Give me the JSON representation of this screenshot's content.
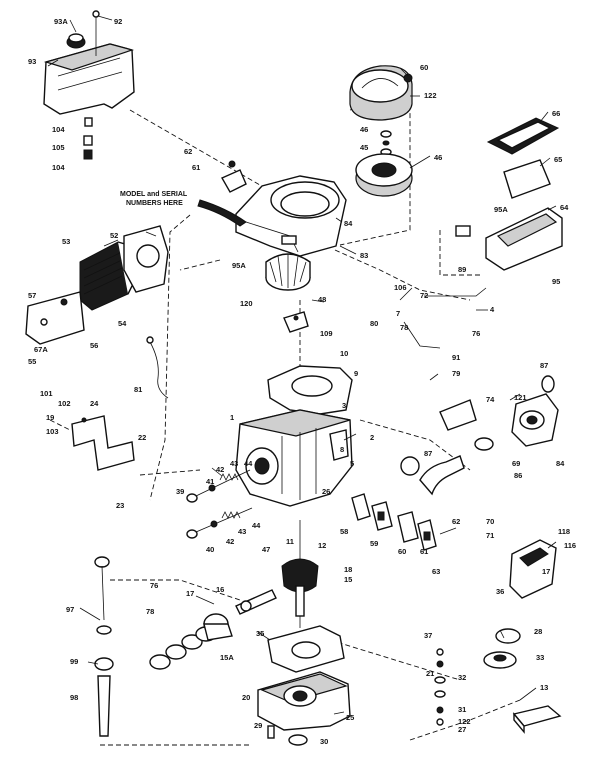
{
  "note": {
    "line1": "MODEL and SERIAL",
    "line2": "NUMBERS HERE"
  },
  "callouts": [
    "93A",
    "92",
    "93",
    "104",
    "105",
    "104",
    "62",
    "61",
    "60",
    "122",
    "46",
    "45",
    "46",
    "66",
    "65",
    "95A",
    "64",
    "89",
    "95",
    "84",
    "83",
    "95A",
    "53",
    "52",
    "57",
    "54",
    "67A",
    "56",
    "55",
    "106",
    "72",
    "7",
    "4",
    "120",
    "48",
    "78",
    "80",
    "76",
    "91",
    "109",
    "10",
    "9",
    "81",
    "79",
    "87",
    "101",
    "102",
    "24",
    "19",
    "103",
    "22",
    "23",
    "3",
    "2",
    "1",
    "74",
    "121",
    "87",
    "8",
    "5",
    "69",
    "86",
    "84",
    "41",
    "42",
    "43",
    "44",
    "39",
    "26",
    "58",
    "59",
    "60",
    "40",
    "42",
    "43",
    "44",
    "70",
    "71",
    "61",
    "62",
    "63",
    "47",
    "11",
    "12",
    "118",
    "116",
    "17",
    "18",
    "15",
    "76",
    "78",
    "17",
    "16",
    "15A",
    "97",
    "99",
    "98",
    "36",
    "35",
    "37",
    "21",
    "28",
    "33",
    "32",
    "31",
    "27",
    "25",
    "20",
    "29",
    "30",
    "122",
    "13"
  ]
}
